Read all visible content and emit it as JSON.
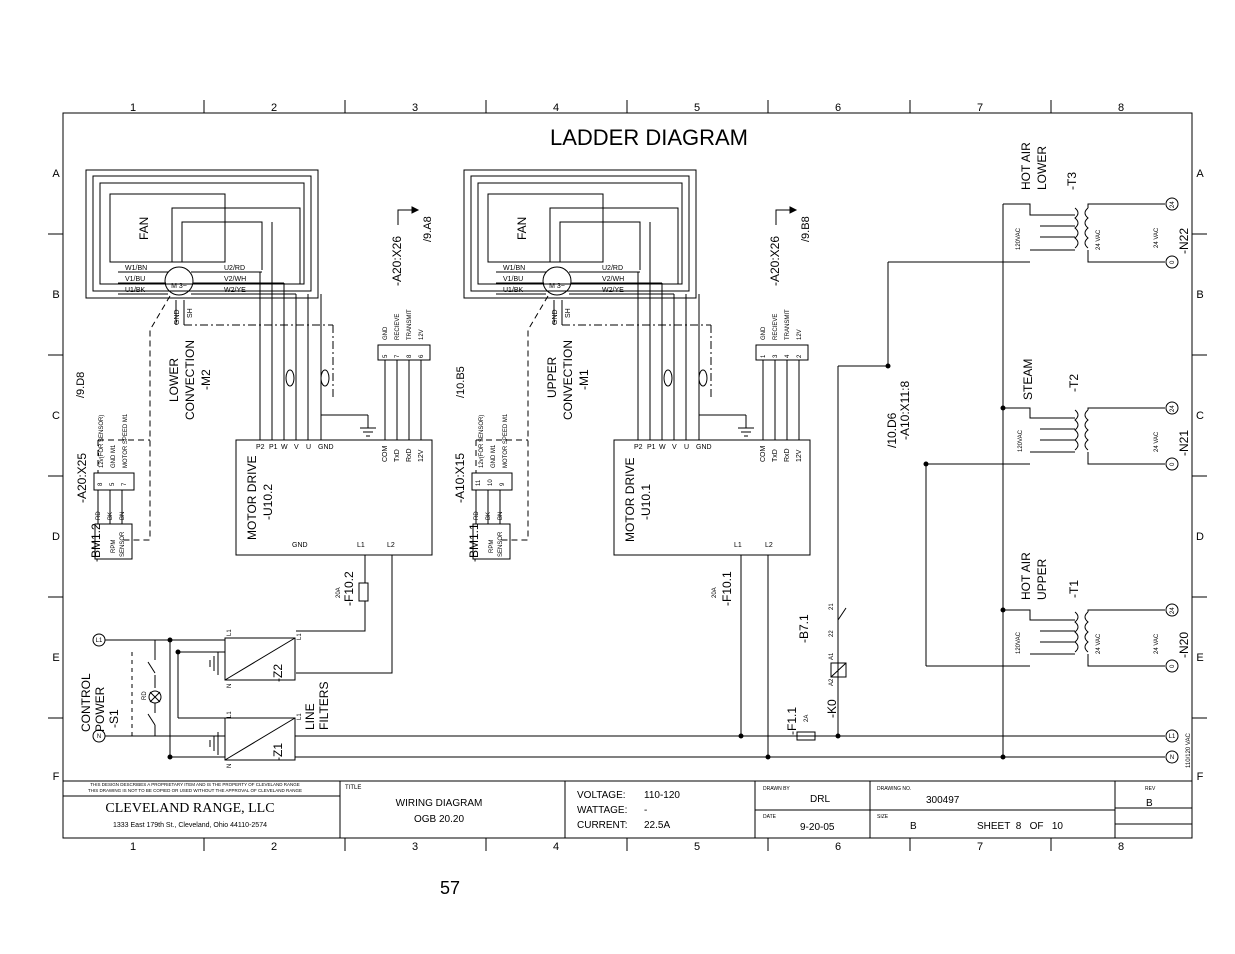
{
  "title": "LADDER DIAGRAM",
  "page_number": "57",
  "grid": {
    "columns": [
      "1",
      "2",
      "3",
      "4",
      "5",
      "6",
      "7",
      "8"
    ],
    "rows": [
      "A",
      "B",
      "C",
      "D",
      "E",
      "F"
    ]
  },
  "left_unit": {
    "fan": "FAN",
    "motor_id": "M 3~",
    "motor_gnd": "GND",
    "motor_sh": "SH",
    "windings_in": [
      "W1/BN",
      "V1/BU",
      "U1/BK"
    ],
    "windings_out": [
      "U2/RD",
      "V2/WH",
      "W2/YE"
    ],
    "convection": [
      "LOWER",
      "CONVECTION",
      "-M2"
    ],
    "connector": "-A20:X26",
    "connector_ref": "/9.A8",
    "connector_pins": [
      "GND",
      "RECIEVE",
      "TRANSMIT",
      "12V"
    ],
    "connector_nums": [
      "5",
      "7",
      "8",
      "6"
    ],
    "drive_terms": [
      "P2",
      "P1",
      "W",
      "V",
      "U",
      "GND"
    ],
    "drive_sig": [
      "COM",
      "TxD",
      "RxD",
      "12V"
    ],
    "drive_label": [
      "MOTOR DRIVE",
      "-U10.2"
    ],
    "drive_bottom": [
      "GND",
      "L1",
      "L2"
    ],
    "fuse_rating": "20A",
    "fuse": "-F10.2",
    "sensor_conn": "-A20:X25",
    "sensor_ref": "/9.D8",
    "sensor_pins": [
      "12v(FOR SENSOR)",
      "GND M1",
      "MOTOR SPEED M1"
    ],
    "sensor_nums": [
      "8",
      "5",
      "7"
    ],
    "sensor_colors": [
      "RD",
      "BK",
      "BN"
    ],
    "sensor_box": [
      "RPM",
      "SENSOR"
    ],
    "sensor_id": "-BM1.2"
  },
  "right_unit": {
    "fan": "FAN",
    "motor_id": "M 3~",
    "motor_gnd": "GND",
    "motor_sh": "SH",
    "windings_in": [
      "W1/BN",
      "V1/BU",
      "U1/BK"
    ],
    "windings_out": [
      "U2/RD",
      "V2/WH",
      "W2/YE"
    ],
    "convection": [
      "UPPER",
      "CONVECTION",
      "-M1"
    ],
    "connector": "-A20:X26",
    "connector_ref": "/9.B8",
    "connector_pins": [
      "GND",
      "RECIEVE",
      "TRANSMIT",
      "12V"
    ],
    "connector_nums": [
      "1",
      "3",
      "4",
      "2"
    ],
    "drive_terms": [
      "P2",
      "P1",
      "W",
      "V",
      "U",
      "GND"
    ],
    "drive_sig": [
      "COM",
      "TxD",
      "RxD",
      "12V"
    ],
    "drive_label": [
      "MOTOR DRIVE",
      "-U10.1"
    ],
    "drive_bottom": [
      "L1",
      "L2"
    ],
    "fuse_rating": "20A",
    "fuse": "-F10.1",
    "sensor_conn": "-A10:X15",
    "sensor_ref": "/10.B5",
    "sensor_pins": [
      "12v(FOR SENSOR)",
      "GND M1",
      "MOTOR SPEED M1"
    ],
    "sensor_nums": [
      "11",
      "10",
      "9"
    ],
    "sensor_colors": [
      "RD",
      "BK",
      "BN"
    ],
    "sensor_box": [
      "RPM",
      "SENSOR"
    ],
    "sensor_id": "-BM1.1"
  },
  "control": {
    "l1": "L1",
    "n": "N",
    "switch": [
      "CONTROL",
      "POWER",
      "-S1"
    ],
    "lamp": "RD",
    "filters": [
      "LINE",
      "FILTERS"
    ],
    "z2": "-Z2",
    "z1": "-Z1",
    "filter_terms": [
      "L1",
      "N",
      "L1",
      "N"
    ],
    "f11": "-F1.1",
    "f11_rating": "2A",
    "k0": "-K0",
    "k0_pins": [
      "A1",
      "A2"
    ],
    "b71": "-B7.1",
    "b71_pins": [
      "21",
      "22"
    ],
    "ref_conn": [
      "/10.D6",
      "-A10:X11:8"
    ]
  },
  "transformers": [
    {
      "name": [
        "HOT AIR",
        "LOWER"
      ],
      "id": "-T3",
      "n": "-N22",
      "pri": "120VAC",
      "sec": "24 VAC",
      "sec2": "24 VAC",
      "top": "24",
      "bot": "0"
    },
    {
      "name": [
        "STEAM"
      ],
      "id": "-T2",
      "n": "-N21",
      "pri": "120VAC",
      "sec": "24 VAC",
      "sec2": "",
      "top": "24",
      "bot": "0"
    },
    {
      "name": [
        "HOT AIR",
        "UPPER"
      ],
      "id": "-T1",
      "n": "-N20",
      "pri": "120VAC",
      "sec": "24 VAC",
      "sec2": "24 VAC",
      "top": "24",
      "bot": "0"
    }
  ],
  "supply": {
    "l1": "L1",
    "n": "N",
    "rating": "110/120 VAC"
  },
  "title_block": {
    "disclaimer1": "THIS DESIGN DESCRIBES A PROPRIETARY ITEM AND IS THE PROPERTY OF CLEVELAND RANGE",
    "disclaimer2": "THIS DRAWING IS NOT TO BE COPIED OR USED WITHOUT THE APPROVAL OF CLEVELAND RANGE",
    "company": "CLEVELAND RANGE, LLC",
    "address": "1333 East 179th St., Cleveland, Ohio 44110-2574",
    "title_label": "TITLE",
    "title1": "WIRING DIAGRAM",
    "title2": "OGB 20.20",
    "voltage_label": "VOLTAGE:",
    "voltage": "110-120",
    "wattage_label": "WATTAGE:",
    "wattage": "-",
    "current_label": "CURRENT:",
    "current": "22.5A",
    "drawn_label": "DRAWN BY",
    "drawn": "DRL",
    "date_label": "DATE",
    "date": "9-20-05",
    "drawing_label": "DRAWING NO.",
    "drawing": "300497",
    "size_label": "SIZE",
    "size": "B",
    "sheet": "SHEET  8   OF   10",
    "rev_label": "REV",
    "rev": "B"
  }
}
